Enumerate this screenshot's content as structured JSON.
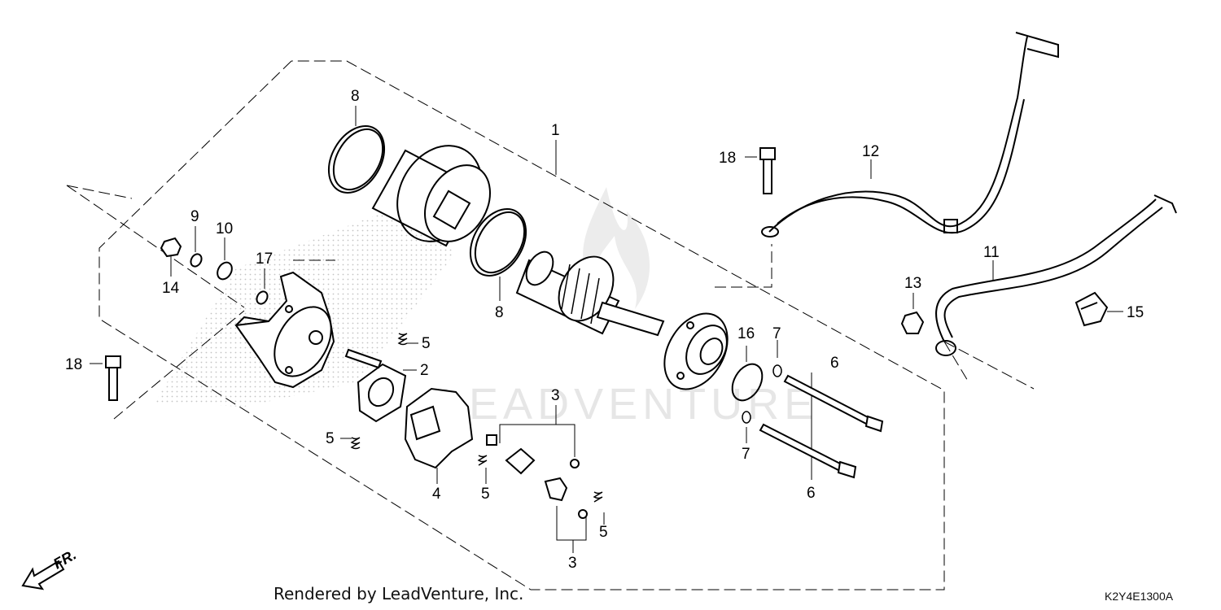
{
  "footer": {
    "credit": "Rendered by LeadVenture, Inc.",
    "diagram_code": "K2Y4E1300A"
  },
  "watermark": "LEADVENTURE",
  "direction_label": "FR.",
  "callouts": {
    "c1": "1",
    "c2": "2",
    "c3a": "3",
    "c3b": "3",
    "c4": "4",
    "c5a": "5",
    "c5b": "5",
    "c5c": "5",
    "c5d": "5",
    "c6a": "6",
    "c6b": "6",
    "c7a": "7",
    "c7b": "7",
    "c8a": "8",
    "c8b": "8",
    "c9": "9",
    "c10": "10",
    "c11": "11",
    "c12": "12",
    "c13": "13",
    "c14": "14",
    "c15": "15",
    "c16": "16",
    "c17": "17",
    "c18a": "18",
    "c18b": "18"
  },
  "colors": {
    "line": "#000000",
    "stipple": "#bdbdbd",
    "watermark": "#e6e6e6"
  }
}
